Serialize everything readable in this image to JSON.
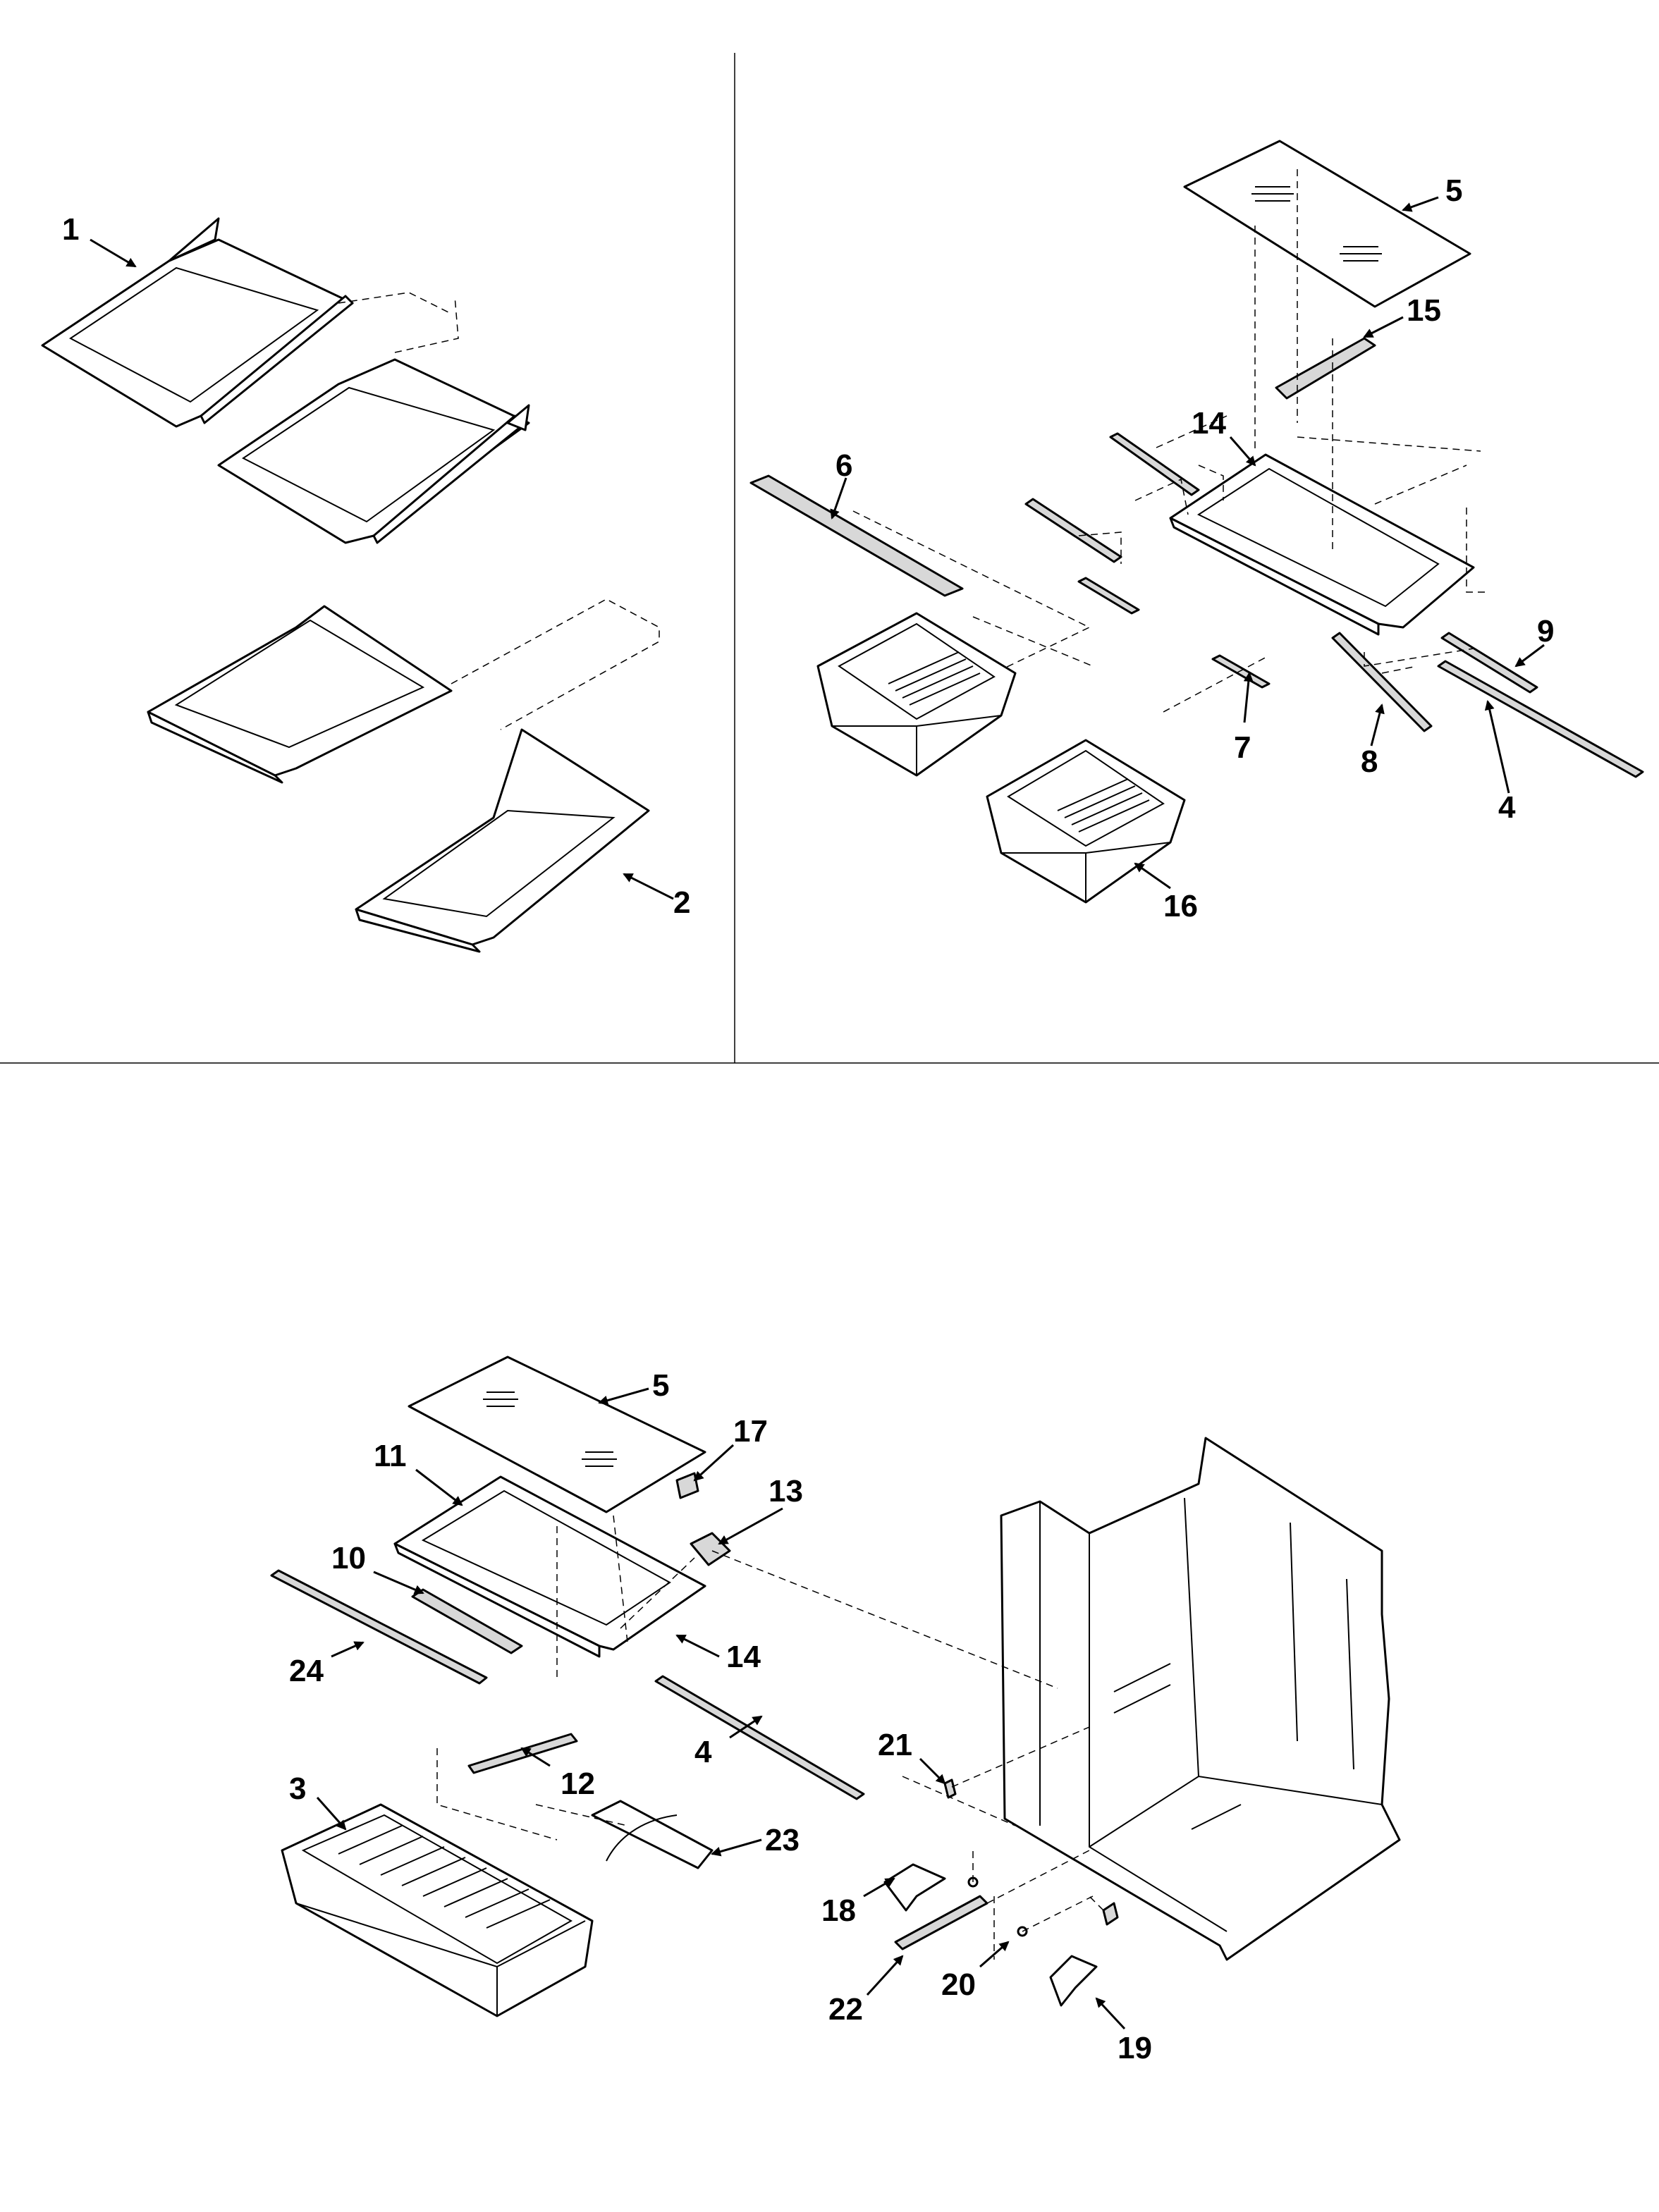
{
  "callouts": {
    "c1": "1",
    "c2": "2",
    "c3": "3",
    "c4a": "4",
    "c4b": "4",
    "c5a": "5",
    "c5b": "5",
    "c6": "6",
    "c7": "7",
    "c8": "8",
    "c9": "9",
    "c10": "10",
    "c11": "11",
    "c12": "12",
    "c13": "13",
    "c14a": "14",
    "c14b": "14",
    "c15": "15",
    "c16": "16",
    "c17": "17",
    "c18": "18",
    "c19": "19",
    "c20": "20",
    "c21": "21",
    "c22": "22",
    "c23": "23",
    "c24": "24"
  }
}
